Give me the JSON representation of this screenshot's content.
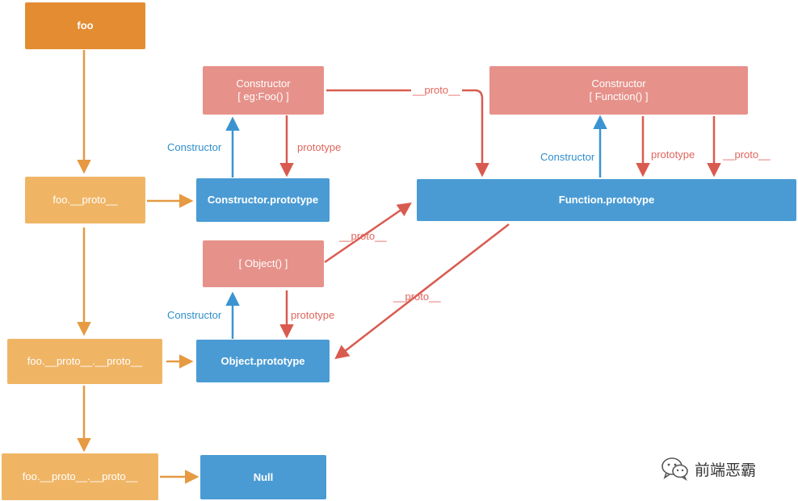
{
  "colors": {
    "orange_dark": "#e38c32",
    "orange_light": "#efb565",
    "pink": "#e6918a",
    "blue": "#4a9bd4",
    "arrow_orange": "#e69a42",
    "arrow_blue": "#3b94d1",
    "arrow_red": "#d95b50"
  },
  "nodes": {
    "foo": "foo",
    "foo_proto": "foo.__proto__",
    "foo_proto_proto": "foo.__proto__.__proto__",
    "foo_proto_proto_proto": "foo.__proto__.__proto__",
    "constructor_foo_line1": "Constructor",
    "constructor_foo_line2": "[ eg:Foo() ]",
    "constructor_prototype": "Constructor.prototype",
    "object_ctor": "[ Object() ]",
    "object_prototype": "Object.prototype",
    "null": "Null",
    "constructor_function_line1": "Constructor",
    "constructor_function_line2": "[ Function() ]",
    "function_prototype": "Function.prototype"
  },
  "labels": {
    "constructor_1": "Constructor",
    "prototype_1": "prototype",
    "constructor_2": "Constructor",
    "prototype_2": "prototype",
    "constructor_3": "Constructor",
    "prototype_3": "prototype",
    "proto_top": "__proto__",
    "proto_function": "__proto__",
    "proto_object_ctor": "__proto__",
    "proto_function_to_object": "__proto__"
  },
  "watermark": {
    "icon": "wechat-icon",
    "text": "前端恶霸"
  }
}
